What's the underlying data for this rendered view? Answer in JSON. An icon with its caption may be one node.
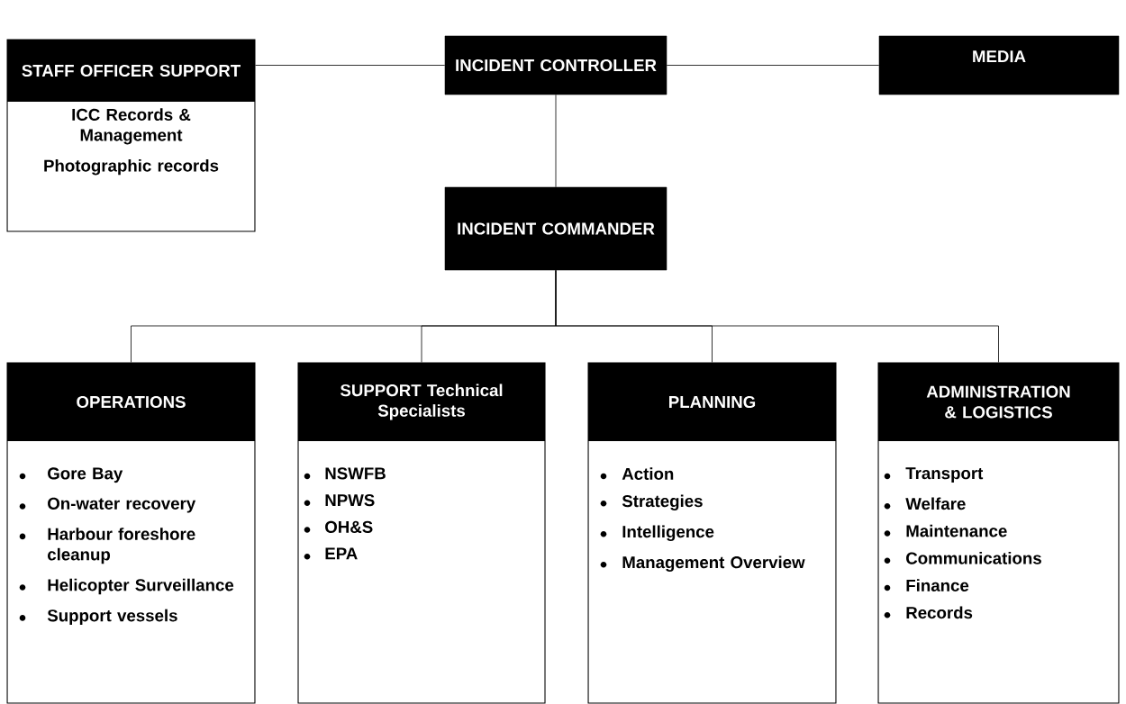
{
  "diagram": {
    "nodes": [
      {
        "text": [
          "STAFF OFFICER SUPPORT",
          "ICC Records & Management",
          "Photographic records"
        ]
      },
      {
        "text": [
          "INCIDENT CONTROLLER"
        ]
      },
      {
        "text": [
          "MEDIA"
        ]
      },
      {
        "text": [
          "INCIDENT COMMANDER"
        ]
      },
      {
        "text": [
          "OPERATIONS",
          "Gore Bay",
          "On-water recovery",
          "Harbour foreshore cleanup",
          "Helicopter Surveillance",
          "Support vessels"
        ]
      },
      {
        "text": [
          "SUPPORT Technical Specialists",
          "NSWFB",
          "NPWS",
          "OH&S",
          "EPA"
        ]
      },
      {
        "text": [
          "PLANNING",
          "Action",
          "Strategies",
          "Intelligence",
          "Management Overview"
        ]
      },
      {
        "text": [
          "ADMINISTRATION & LOGISTICS",
          "Transport",
          "Welfare",
          "Maintenance",
          "Communications",
          "Finance",
          "Records"
        ]
      }
    ],
    "edges": [
      {
        "from": 0,
        "to": 1,
        "arrow": "none"
      },
      {
        "from": 1,
        "to": 2,
        "arrow": "none"
      },
      {
        "from": 1,
        "to": 3,
        "arrow": "none"
      },
      {
        "from": 3,
        "to": 4,
        "arrow": "none"
      },
      {
        "from": 3,
        "to": 5,
        "arrow": "none"
      },
      {
        "from": 3,
        "to": 6,
        "arrow": "none"
      },
      {
        "from": 3,
        "to": 7,
        "arrow": "none"
      }
    ]
  }
}
